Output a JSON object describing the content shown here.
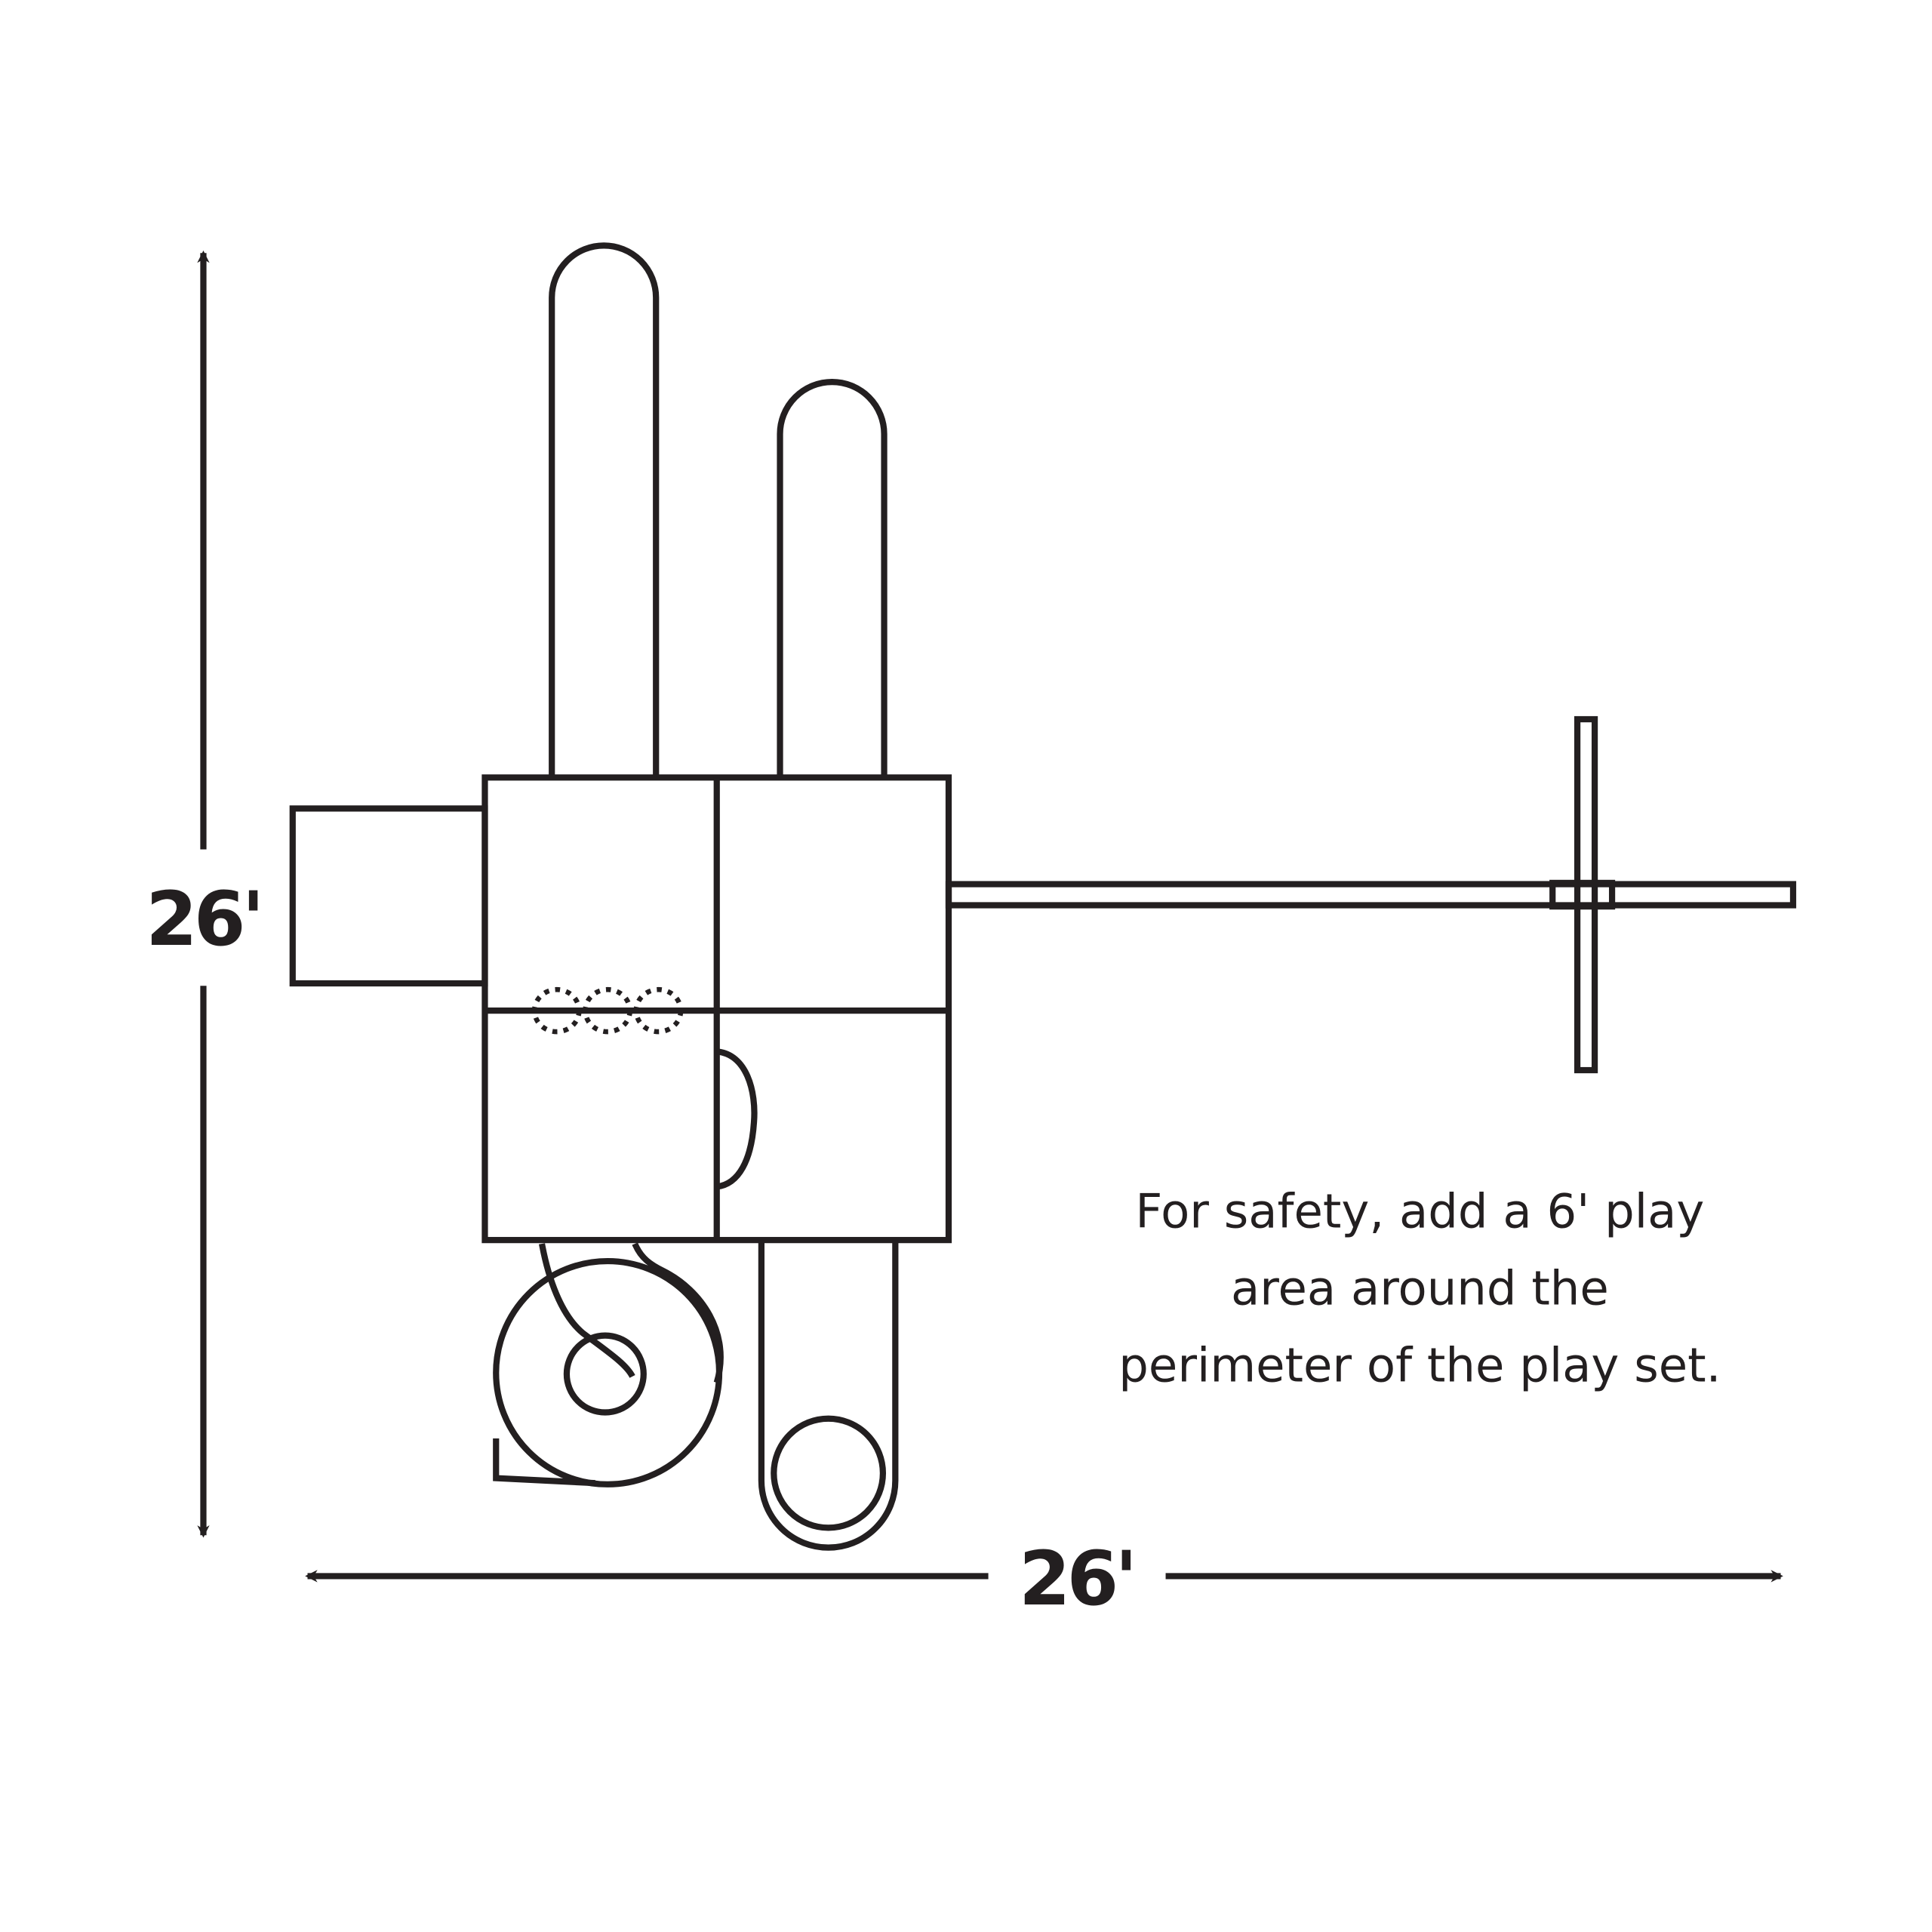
{
  "diagram": {
    "height_label": "26'",
    "width_label": "26'",
    "note_lines": [
      "For safety, add a 6' play",
      "area around the",
      "perimeter of the play set."
    ],
    "colors": {
      "ink": "#231f20",
      "background": "#ffffff"
    }
  }
}
